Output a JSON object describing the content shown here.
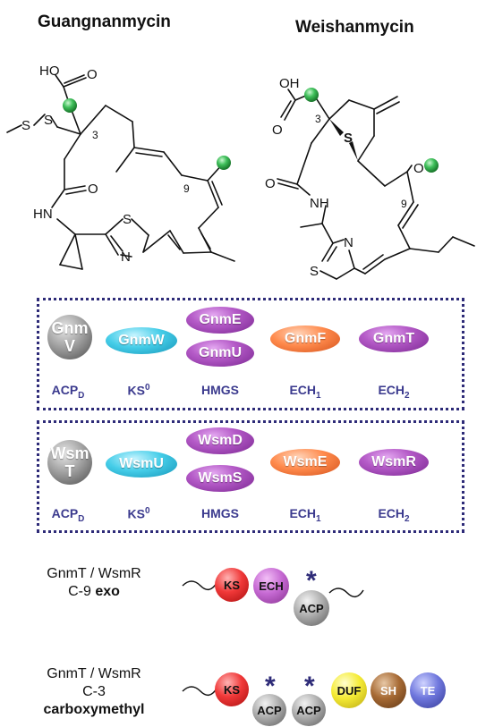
{
  "titles": {
    "left": "Guangnanmycin",
    "right": "Weishanmycin"
  },
  "structure_left": {
    "atoms": {
      "ho": "HO",
      "o_acid": "O",
      "s1": "S",
      "s2": "S",
      "n3": "3",
      "o_amide": "O",
      "hn": "HN",
      "n9": "9",
      "s_thz": "S",
      "n_thz": "N"
    }
  },
  "structure_right": {
    "atoms": {
      "oh": "OH",
      "o_acid": "O",
      "n3": "3",
      "s": "S",
      "o_amide": "O",
      "nh": "NH",
      "n9": "9",
      "o_ket": "O",
      "n_thz": "N",
      "s_thz": "S"
    }
  },
  "gnm_box": {
    "proteins": [
      {
        "name_line1": "Gnm",
        "name_line2": "V"
      },
      {
        "name": "GnmW"
      },
      {
        "name": "GnmE"
      },
      {
        "name": "GnmU"
      },
      {
        "name": "GnmF"
      },
      {
        "name": "GnmT"
      }
    ],
    "labels": [
      {
        "main": "ACP",
        "sub": "D"
      },
      {
        "main": "KS",
        "sup": "0"
      },
      {
        "main": "HMGS"
      },
      {
        "main": "ECH",
        "sub": "1"
      },
      {
        "main": "ECH",
        "sub": "2"
      }
    ]
  },
  "wsm_box": {
    "proteins": [
      {
        "name_line1": "Wsm",
        "name_line2": "T"
      },
      {
        "name": "WsmU"
      },
      {
        "name": "WsmD"
      },
      {
        "name": "WsmS"
      },
      {
        "name": "WsmE"
      },
      {
        "name": "WsmR"
      }
    ],
    "labels": [
      {
        "main": "ACP",
        "sub": "D"
      },
      {
        "main": "KS",
        "sup": "0"
      },
      {
        "main": "HMGS"
      },
      {
        "main": "ECH",
        "sub": "1"
      },
      {
        "main": "ECH",
        "sub": "2"
      }
    ]
  },
  "domains_exo": {
    "line1": "GnmT / WsmR",
    "line2": "C-9",
    "line2_bold": "exo",
    "balls": [
      "KS",
      "ECH",
      "ACP"
    ],
    "star": "*"
  },
  "domains_carboxymethyl": {
    "line1": "GnmT / WsmR",
    "line2": "C-3",
    "line3": "carboxymethyl",
    "balls": [
      "KS",
      "ACP",
      "ACP",
      "DUF",
      "SH",
      "TE"
    ],
    "star": "*"
  },
  "colors": {
    "box_border": "#2e2b78",
    "label_text": "#3b3a8e",
    "marker": "#3fbf5a"
  }
}
